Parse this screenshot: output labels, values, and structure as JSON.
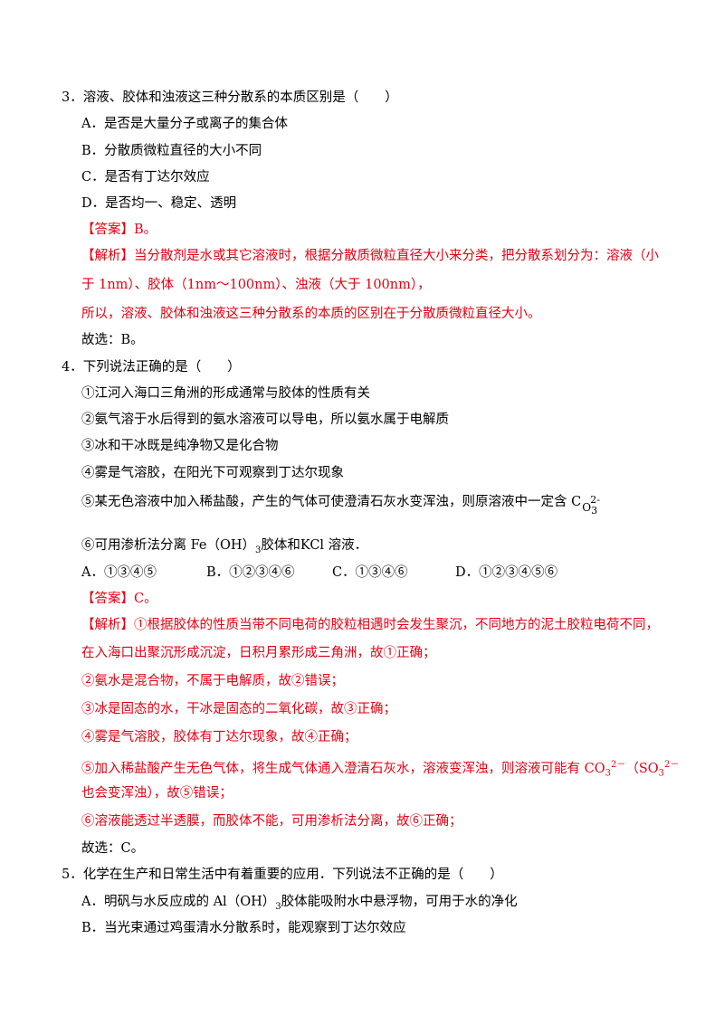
{
  "q3": {
    "stem": "3．溶液、胶体和浊液这三种分散系的本质区别是（　　）",
    "options": [
      "A．是否是大量分子或离子的集合体",
      "B．分散质微粒直径的大小不同",
      "C．是否有丁达尔效应",
      "D．是否均一、稳定、透明"
    ],
    "answer": "【答案】B。",
    "analysis": [
      "【解析】当分散剂是水或其它溶液时，根据分散质微粒直径大小来分类，把分散系划分为：溶液（小",
      "于 1nm）、胶体（1nm～100nm）、浊液（大于 100nm），",
      "所以，溶液、胶体和浊液这三种分散系的本质的区别在于分散质微粒直径大小。"
    ],
    "conclusion": "故选：B。"
  },
  "q4": {
    "stem": "4．下列说法正确的是（　　）",
    "items": [
      "①江河入海口三角洲的形成通常与胶体的性质有关",
      "②氨气溶于水后得到的氨水溶液可以导电，所以氨水属于电解质",
      "③冰和干冰既是纯净物又是化合物",
      "④雾是气溶胶，在阳光下可观察到丁达尔现象",
      "⑤某无色溶液中加入稀盐酸，产生的气体可使澄清石灰水变浑浊，则原溶液中一定含 C",
      "⑥可用渗析法分离 Fe（OH）",
      "胶体和KCl 溶液．"
    ],
    "item5_formula": {
      "o": "O",
      "sub": "3",
      "sup": "2-"
    },
    "item6_sub": "3",
    "options": [
      "A．①③④⑤",
      "B．①②③④⑥",
      "C．①③④⑥",
      "D．①②③④⑤⑥"
    ],
    "answer": "【答案】C。",
    "analysis": [
      "【解析】①根据胶体的性质当带不同电荷的胶粒相遇时会发生聚沉，不同地方的泥土胶粒电荷不同，",
      "在入海口出聚沉形成沉淀，日积月累形成三角洲，故①正确；",
      "②氨水是混合物，不属于电解质，故②错误；",
      "③冰是固态的水，干冰是固态的二氧化碳，故③正确；",
      "④雾是气溶胶，胶体有丁达尔现象，故④正确；",
      "⑤加入稀盐酸产生无色气体，将生成气体通入澄清石灰水，溶液变浑浊，则溶液可能有 CO",
      "（SO",
      "也会变浑浊），故⑤错误；",
      "⑥溶液能透过半透膜，而胶体不能，可用渗析法分离，故⑥正确；"
    ],
    "analysis5_co": {
      "sub": "3",
      "sup": "2－"
    },
    "analysis5_so": {
      "sub": "3",
      "sup": "2－"
    },
    "conclusion": "故选：C。"
  },
  "q5": {
    "stem": "5．化学在生产和日常生活中有着重要的应用．下列说法不正确的是（　　）",
    "options": [
      "A．明矾与水反应成的 Al（OH）",
      "胶体能吸附水中悬浮物，可用于水的净化",
      "B．当光束通过鸡蛋清水分散系时，能观察到丁达尔效应"
    ],
    "optA_sub": "3"
  }
}
